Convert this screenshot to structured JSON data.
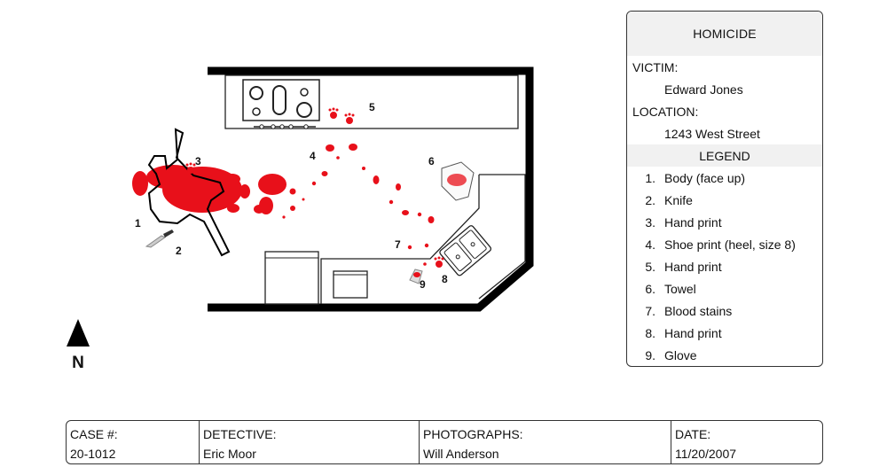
{
  "panel": {
    "title": "HOMICIDE",
    "victim_label": "VICTIM:",
    "victim_value": "Edward Jones",
    "location_label": "LOCATION:",
    "location_value": "1243 West Street",
    "legend_title": "LEGEND",
    "legend": [
      {
        "num": "1.",
        "text": "Body (face up)"
      },
      {
        "num": "2.",
        "text": "Knife"
      },
      {
        "num": "3.",
        "text": "Hand print"
      },
      {
        "num": "4.",
        "text": "Shoe print (heel, size 8)"
      },
      {
        "num": "5.",
        "text": "Hand print"
      },
      {
        "num": "6.",
        "text": "Towel"
      },
      {
        "num": "7.",
        "text": "Blood stains"
      },
      {
        "num": "8.",
        "text": "Hand print"
      },
      {
        "num": "9.",
        "text": "Glove"
      }
    ]
  },
  "case": {
    "case_label": "CASE #:",
    "case_value": "20-1012",
    "detective_label": "DETECTIVE:",
    "detective_value": "Eric Moor",
    "photographs_label": "PHOTOGRAPHS:",
    "photographs_value": "Will Anderson",
    "date_label": "DATE:",
    "date_value": "11/20/2007"
  },
  "compass": {
    "letter": "N"
  },
  "markers": [
    "1",
    "2",
    "3",
    "4",
    "5",
    "6",
    "7",
    "8",
    "9"
  ],
  "colors": {
    "blood": "#e8101a",
    "wall": "#000000",
    "panel_header": "#f1f1f1"
  }
}
